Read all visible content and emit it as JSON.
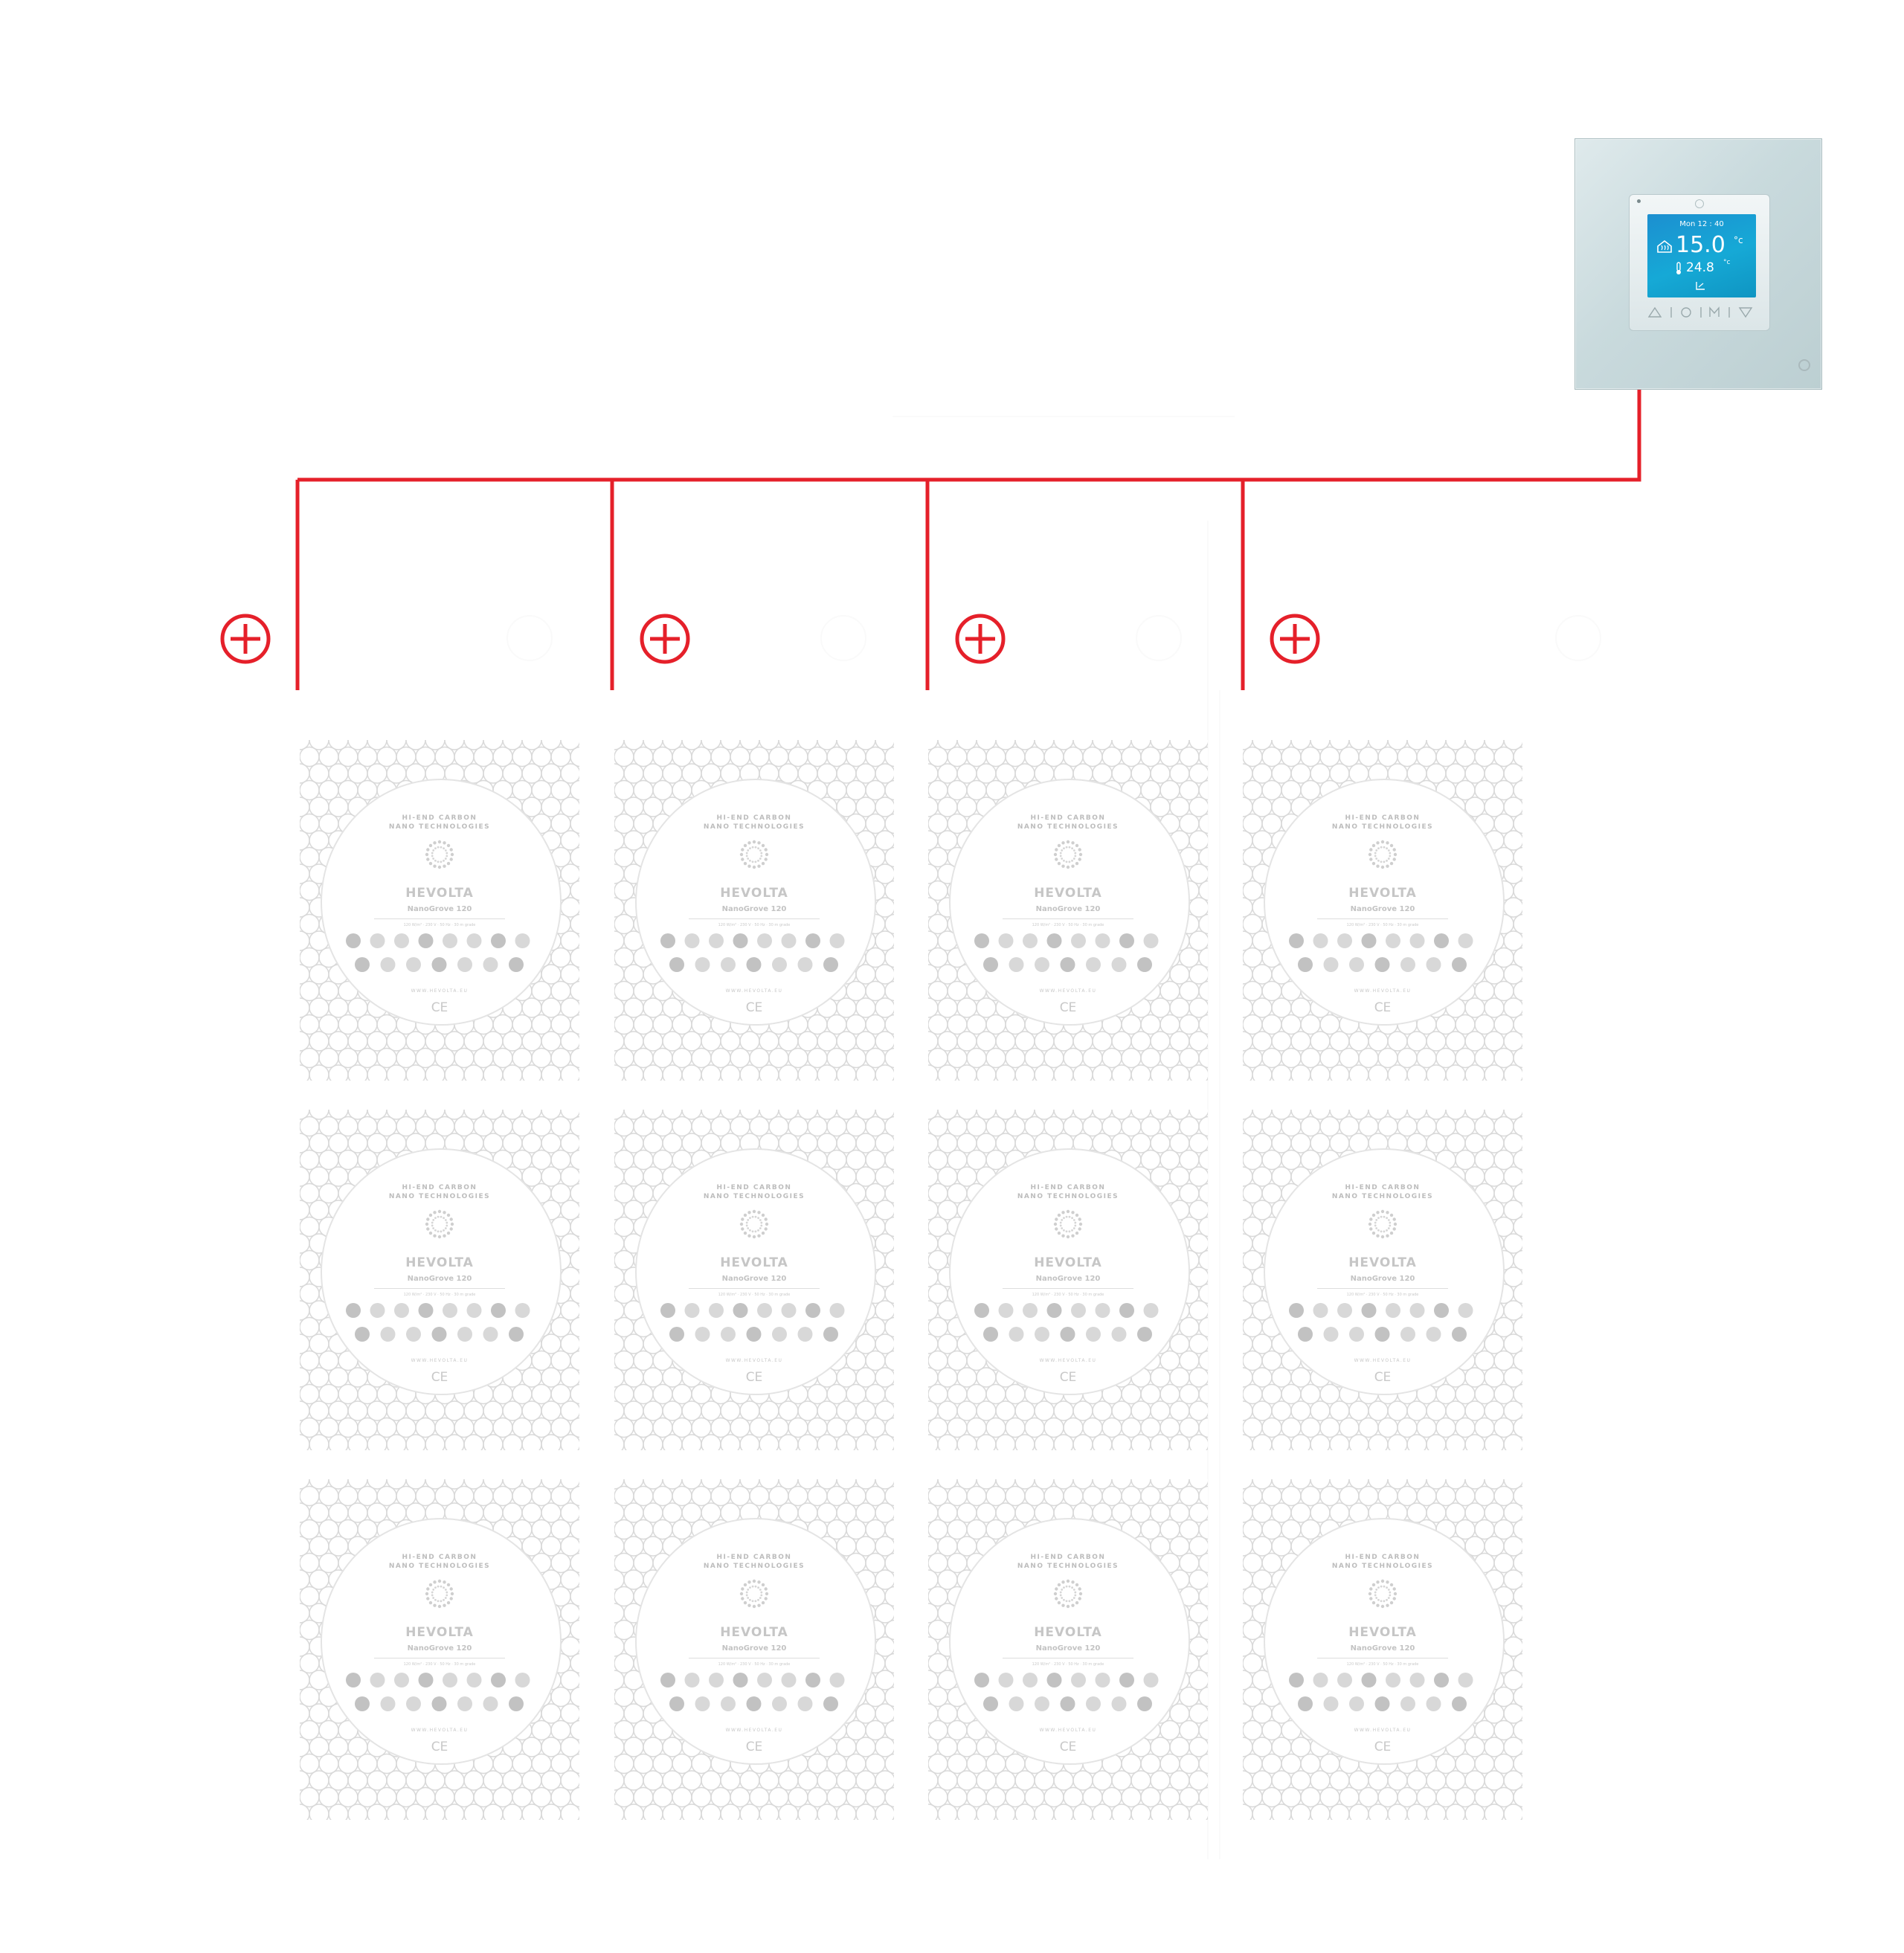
{
  "colors": {
    "wire": "#e5202a",
    "panel_pattern": "#d9d9d9",
    "screen": "#18a0d4"
  },
  "thermostat": {
    "date_text": "Mon 12 : 40",
    "set_temperature": "15.0",
    "set_unit": "°c",
    "current_temperature": "24.8",
    "current_unit": "°c",
    "buttons": [
      "Δ",
      "○",
      "M",
      "∇"
    ]
  },
  "panel": {
    "tagline_1": "HI-END CARBON",
    "tagline_2": "NANO TECHNOLOGIES",
    "brand": "HEVOLTA",
    "model": "NanoGrove 120",
    "specs": "120 W/m² · 230 V · 50 Hz · 30 m grade",
    "website": "WWW.HEVOLTA.EU",
    "certification": "CE"
  },
  "panels": [
    {
      "row": 1,
      "col": 1
    },
    {
      "row": 1,
      "col": 2
    },
    {
      "row": 1,
      "col": 3
    },
    {
      "row": 1,
      "col": 4
    },
    {
      "row": 2,
      "col": 1
    },
    {
      "row": 2,
      "col": 2
    },
    {
      "row": 2,
      "col": 3
    },
    {
      "row": 2,
      "col": 4
    },
    {
      "row": 3,
      "col": 1
    },
    {
      "row": 3,
      "col": 2
    },
    {
      "row": 3,
      "col": 3
    },
    {
      "row": 3,
      "col": 4
    }
  ],
  "polarity_markers": [
    "+",
    "+",
    "+",
    "+"
  ]
}
